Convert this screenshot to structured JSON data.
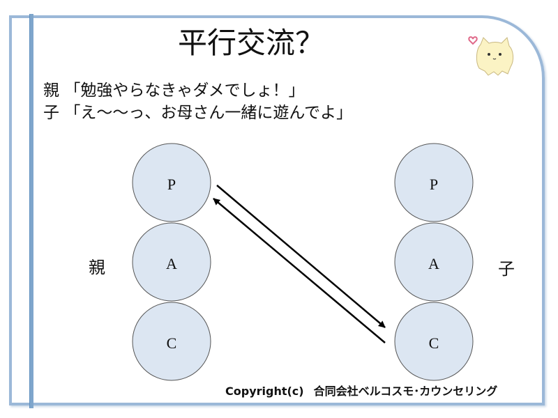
{
  "title": "平行交流？",
  "dialogue": [
    {
      "speaker": "親",
      "line": "「勉強やらなきゃダメでしょ！」"
    },
    {
      "speaker": "子",
      "line": "「え～～っ、お母さん一緒に遊んでよ」"
    }
  ],
  "left_label": "親",
  "right_label": "子",
  "ego_states": [
    "P",
    "A",
    "C"
  ],
  "circle_fill": "#dce6f2",
  "frame_color": "#9bb8d8",
  "copyright": {
    "prefix": "Copyright(c)",
    "company": "合同会社ベルコスモ･カウンセリング"
  }
}
